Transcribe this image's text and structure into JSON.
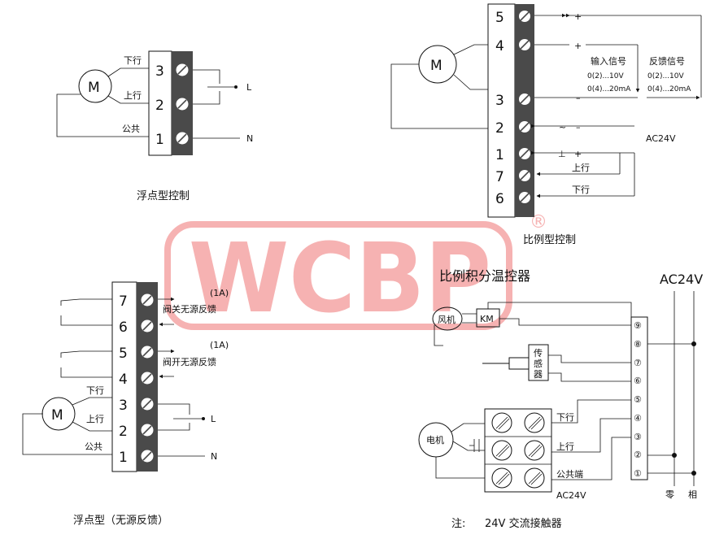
{
  "watermark": {
    "text": "WCBP",
    "registered": "®",
    "color": "#f6b2b2"
  },
  "d1": {
    "caption": "浮点型控制",
    "motor": "M",
    "terminals": [
      "3",
      "2",
      "1"
    ],
    "labels": {
      "down": "下行",
      "up": "上行",
      "common": "公共"
    },
    "line_l": "L",
    "line_n": "N"
  },
  "d2": {
    "caption": "比例型控制",
    "motor": "M",
    "terminals": [
      "5",
      "4",
      "3",
      "2",
      "1",
      "7",
      "6"
    ],
    "plus1": "+",
    "plus2": "+",
    "minus3": "–",
    "minus_dash": "–",
    "tilde2": "~",
    "minus2": "–",
    "ground1": "⊥",
    "plus_1": "+",
    "input_title": "输入信号",
    "input_v": "0(2)...10V",
    "input_ma": "0(4)...20mA",
    "fb_title": "反馈信号",
    "fb_v": "0(2)...10V",
    "fb_ma": "0(4)...20mA",
    "ac": "AC24V",
    "up": "上行",
    "down": "下行"
  },
  "d3": {
    "caption": "浮点型（无源反馈）",
    "motor": "M",
    "terminals": [
      "7",
      "6",
      "5",
      "4",
      "3",
      "2",
      "1"
    ],
    "amp1": "(1A)",
    "close_fb": "阀关无源反馈",
    "amp2": "(1A)",
    "open_fb": "阀开无源反馈",
    "down": "下行",
    "up": "上行",
    "common": "公共",
    "line_l": "L",
    "line_n": "N"
  },
  "d4": {
    "title": "比例积分温控器",
    "ac": "AC24V",
    "fan": "风机",
    "km": "KM",
    "sensor": [
      "传",
      "感",
      "器"
    ],
    "motor": "电机",
    "terminals": [
      "⑨",
      "⑧",
      "⑦",
      "⑥",
      "⑤",
      "④",
      "③",
      "②",
      "①"
    ],
    "down": "下行",
    "up": "上行",
    "common": "公共端",
    "ac_bottom": "AC24V",
    "zero": "零",
    "phase": "相",
    "note_prefix": "注:",
    "note_text": "24V 交流接触器"
  }
}
